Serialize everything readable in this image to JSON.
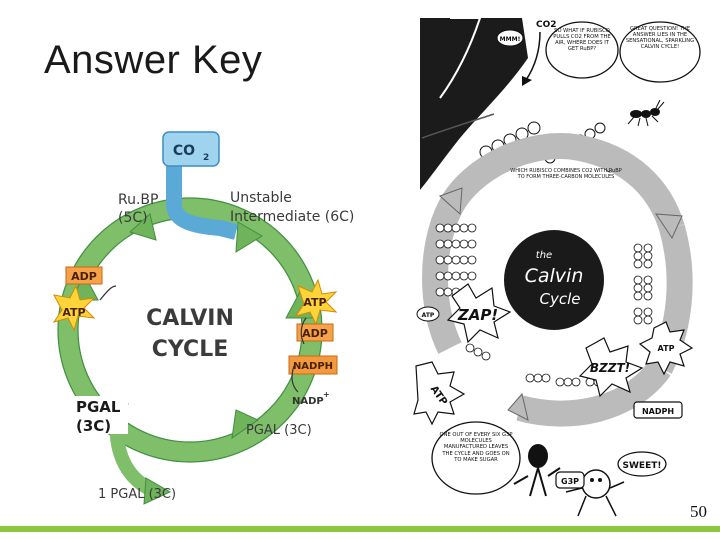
{
  "slide": {
    "title": "Answer Key",
    "slide_number": "50"
  },
  "calvin_diagram": {
    "co2": "CO",
    "co2_sub": "2",
    "rubp": "Ru.BP",
    "rubp_carbons": "(5C)",
    "unstable": "Unstable",
    "intermediate": "Intermediate (6C)",
    "center_line1": "CALVIN",
    "center_line2": "CYCLE",
    "adp_left": "ADP",
    "atp_left": "ATP",
    "atp_right": "ATP",
    "adp_right": "ADP",
    "nadph": "NADPH",
    "nadp": "NADP",
    "nadp_sup": "+",
    "pgal_left_line1": "PGAL",
    "pgal_left_line2": "(3C)",
    "pgal_right": "PGAL (3C)",
    "pgal_bottom": "1 PGAL (3C)"
  },
  "comic": {
    "co2": "CO2",
    "bubble_question": "SO WHAT IF RUBISCO PULLS CO2 FROM THE AIR, WHERE DOES IT GET RuBP?",
    "bubble_answer": "GREAT QUESTION! THE ANSWER LIES IN THE SENSATIONAL, SPARKLING CALVIN CYCLE!",
    "mmm": "MMM!",
    "center_the": "the",
    "center_calvin": "Calvin",
    "center_cycle": "Cycle",
    "zap": "ZAP!",
    "bzzt": "BZZT!",
    "atp_top_right": "ATP",
    "atp_left": "ATP",
    "atp_small": "ATP",
    "nadph": "NADPH",
    "sweet": "SWEET!",
    "g3p": "G3P",
    "bottom_caption": "ONE OUT OF EVERY SIX G3P MOLECULES MANUFACTURED LEAVES THE CYCLE AND GOES ON TO MAKE SUGAR",
    "rubp_label": "RuBP",
    "arc_text": "WHICH RUBISCO COMBINES CO2 WITH RuBP TO FORM THREE-CARBON MOLECULES"
  }
}
